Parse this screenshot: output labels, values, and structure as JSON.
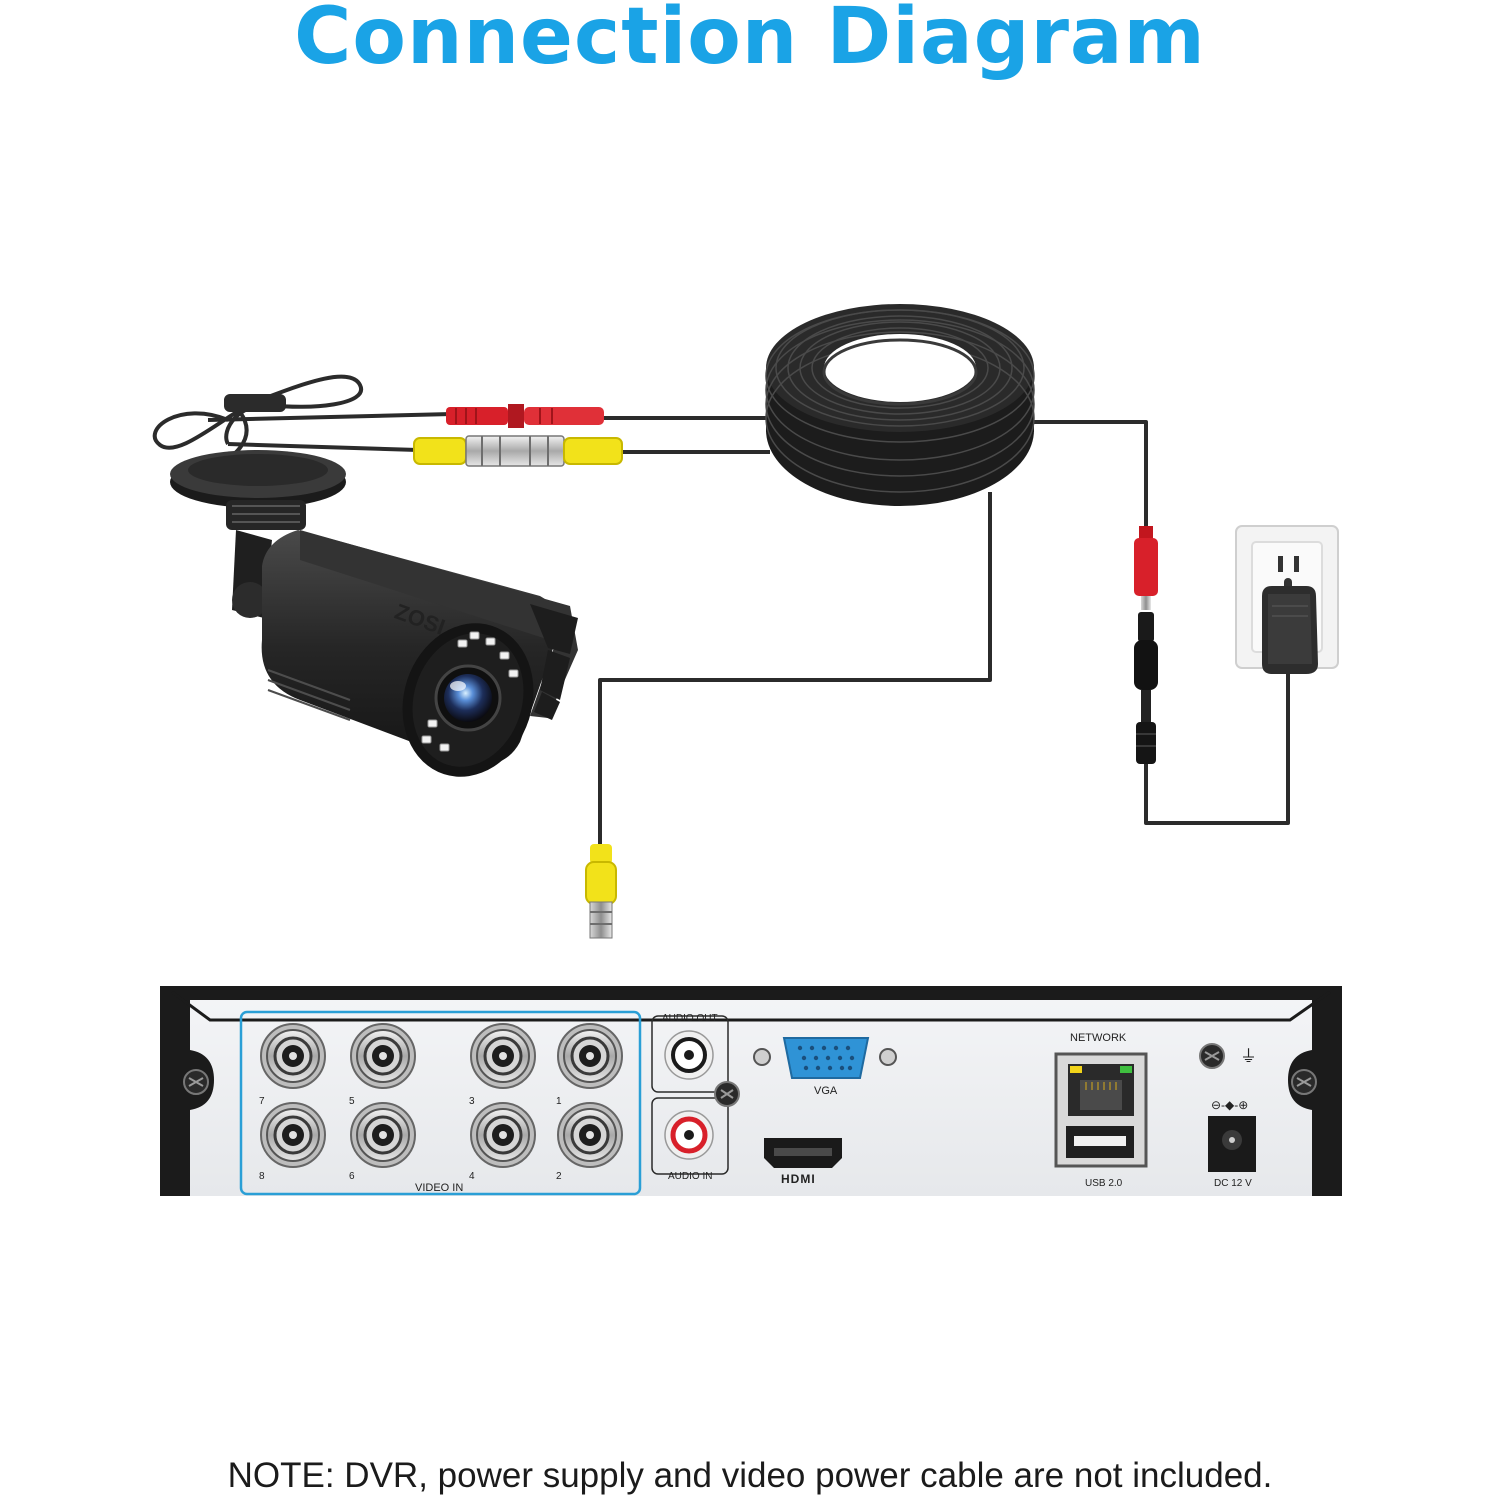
{
  "title": "Connection Diagram",
  "note": "NOTE: DVR, power supply and video power cable are not included.",
  "camera": {
    "brand": "ZOSI"
  },
  "dvr": {
    "video_in_label": "VIDEO IN",
    "port_numbers": [
      "7",
      "5",
      "3",
      "1",
      "8",
      "6",
      "4",
      "2"
    ],
    "audio_out_label": "AUDIO OUT",
    "audio_in_label": "AUDIO IN",
    "vga_label": "VGA",
    "hdmi_label": "HDMI",
    "network_label": "NETWORK",
    "usb_label": "USB 2.0",
    "dc_label": "DC 12 V",
    "polarity_label": "⊖-◆-⊕",
    "ground_symbol": "⏚"
  },
  "colors": {
    "title": "#1aa3e6",
    "video_connector": "#f2e21a",
    "power_connector": "#d8202a",
    "cable": "#2b2b2b",
    "vga_port": "#2f93d6",
    "dvr_panel_border": "#2a9fd6"
  }
}
